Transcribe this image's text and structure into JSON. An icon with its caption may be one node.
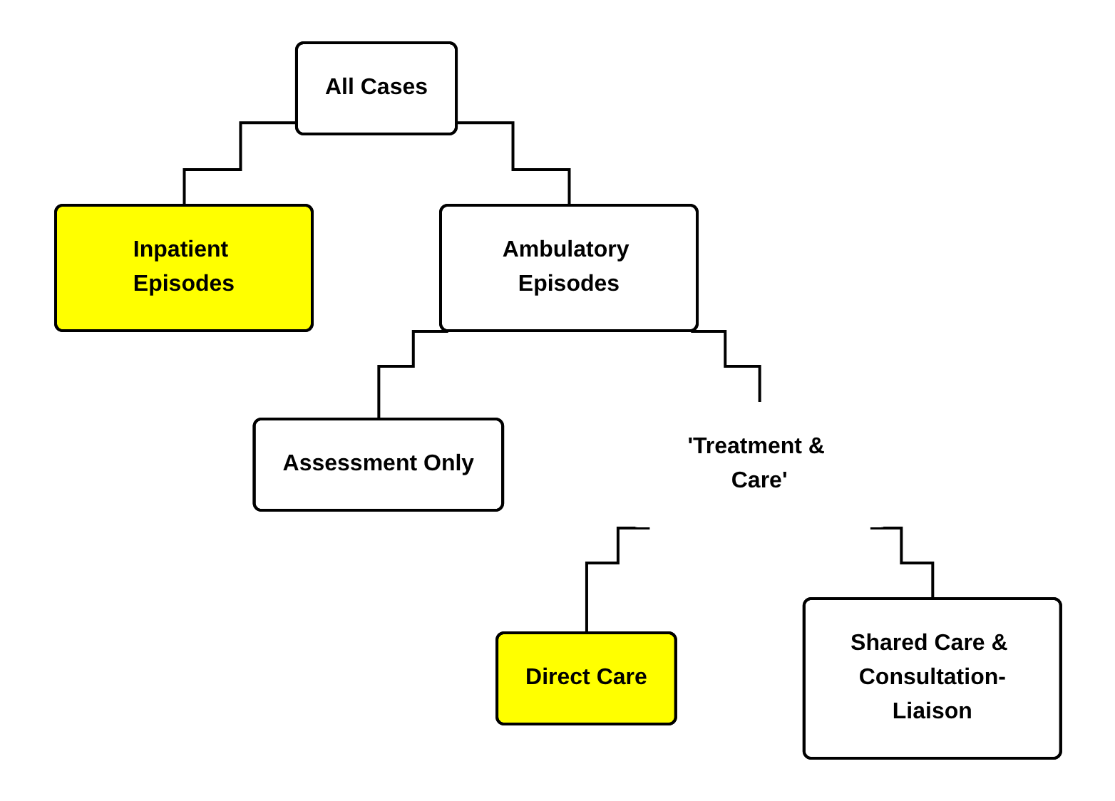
{
  "diagram": {
    "nodes": [
      {
        "text": [
          "All Cases"
        ]
      },
      {
        "text": [
          "Inpatient Episodes"
        ]
      },
      {
        "text": [
          "Ambulatory Episodes"
        ]
      },
      {
        "text": [
          "Assessment Only"
        ]
      },
      {
        "text": [
          "'Treatment & Care'"
        ]
      },
      {
        "text": [
          "Direct Care"
        ]
      },
      {
        "text": [
          "Shared Care & Consultation-Liaison"
        ]
      }
    ],
    "edges": [
      {
        "from": 0,
        "to": 1,
        "arrow": "none"
      },
      {
        "from": 0,
        "to": 2,
        "arrow": "none"
      },
      {
        "from": 2,
        "to": 3,
        "arrow": "none"
      },
      {
        "from": 2,
        "to": 4,
        "arrow": "none"
      },
      {
        "from": 4,
        "to": 5,
        "arrow": "none"
      },
      {
        "from": 4,
        "to": 6,
        "arrow": "none"
      }
    ]
  }
}
